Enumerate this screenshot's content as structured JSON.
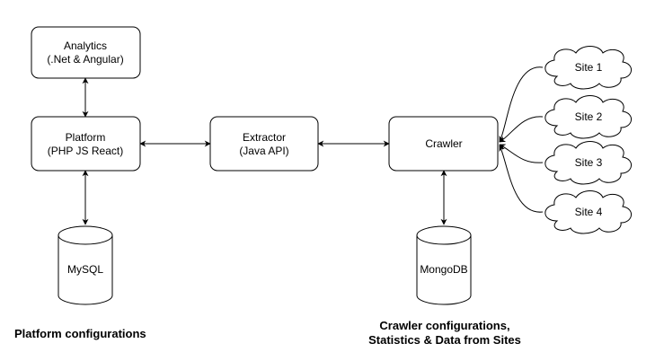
{
  "nodes": {
    "analytics": {
      "line1": "Analytics",
      "line2": "(.Net & Angular)"
    },
    "platform": {
      "line1": "Platform",
      "line2": "(PHP JS React)"
    },
    "extractor": {
      "line1": "Extractor",
      "line2": "(Java API)"
    },
    "crawler": {
      "line1": "Crawler"
    },
    "mysql": {
      "label": "MySQL"
    },
    "mongodb": {
      "label": "MongoDB"
    },
    "sites": [
      "Site 1",
      "Site 2",
      "Site 3",
      "Site 4"
    ]
  },
  "captions": {
    "platform": "Platform configurations",
    "crawler_line1": "Crawler configurations,",
    "crawler_line2": "Statistics & Data from Sites"
  },
  "colors": {
    "stroke": "#000000",
    "fill": "#ffffff"
  }
}
